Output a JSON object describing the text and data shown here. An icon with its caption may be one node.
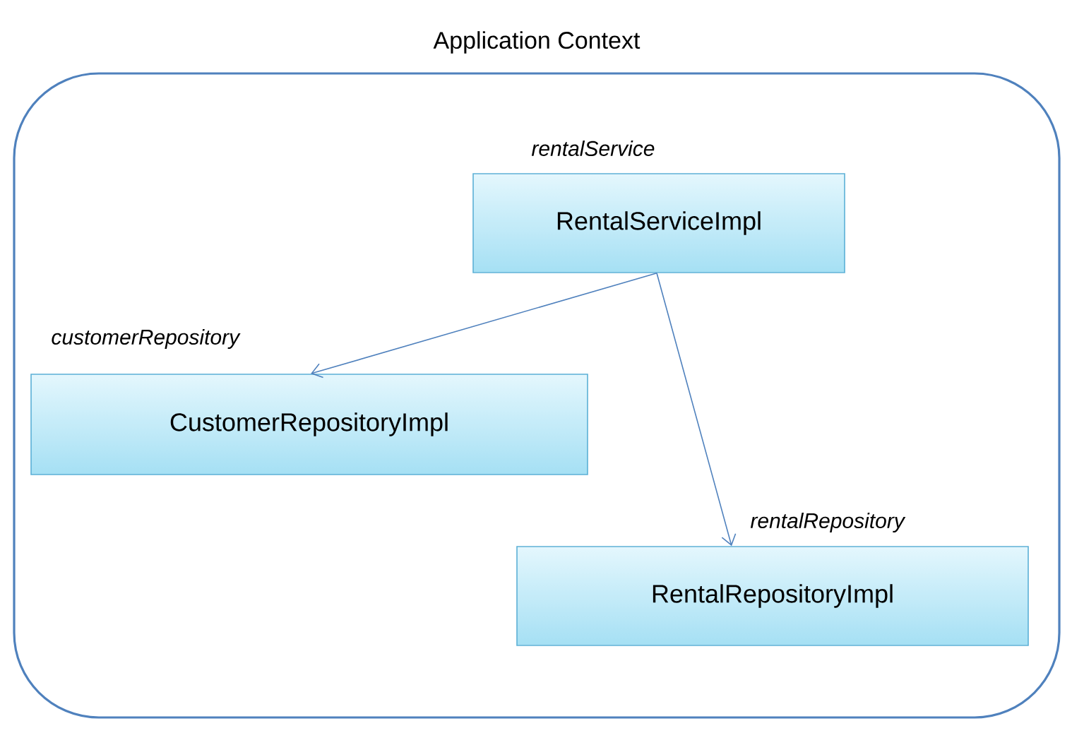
{
  "diagram": {
    "nodes": [
      {
        "text": [
          "Application Context"
        ]
      },
      {
        "text": [
          "RentalServiceImpl"
        ],
        "in": 0,
        "beside": [
          "rentalService"
        ]
      },
      {
        "text": [
          "CustomerRepositoryImpl"
        ],
        "in": 0,
        "beside": [
          "customerRepository"
        ]
      },
      {
        "text": [
          "RentalRepositoryImpl"
        ],
        "in": 0,
        "beside": [
          "rentalRepository"
        ]
      }
    ],
    "edges": [
      {
        "from": 1,
        "to": 2,
        "arrow": "to"
      },
      {
        "from": 1,
        "to": 3,
        "arrow": "to"
      }
    ]
  }
}
